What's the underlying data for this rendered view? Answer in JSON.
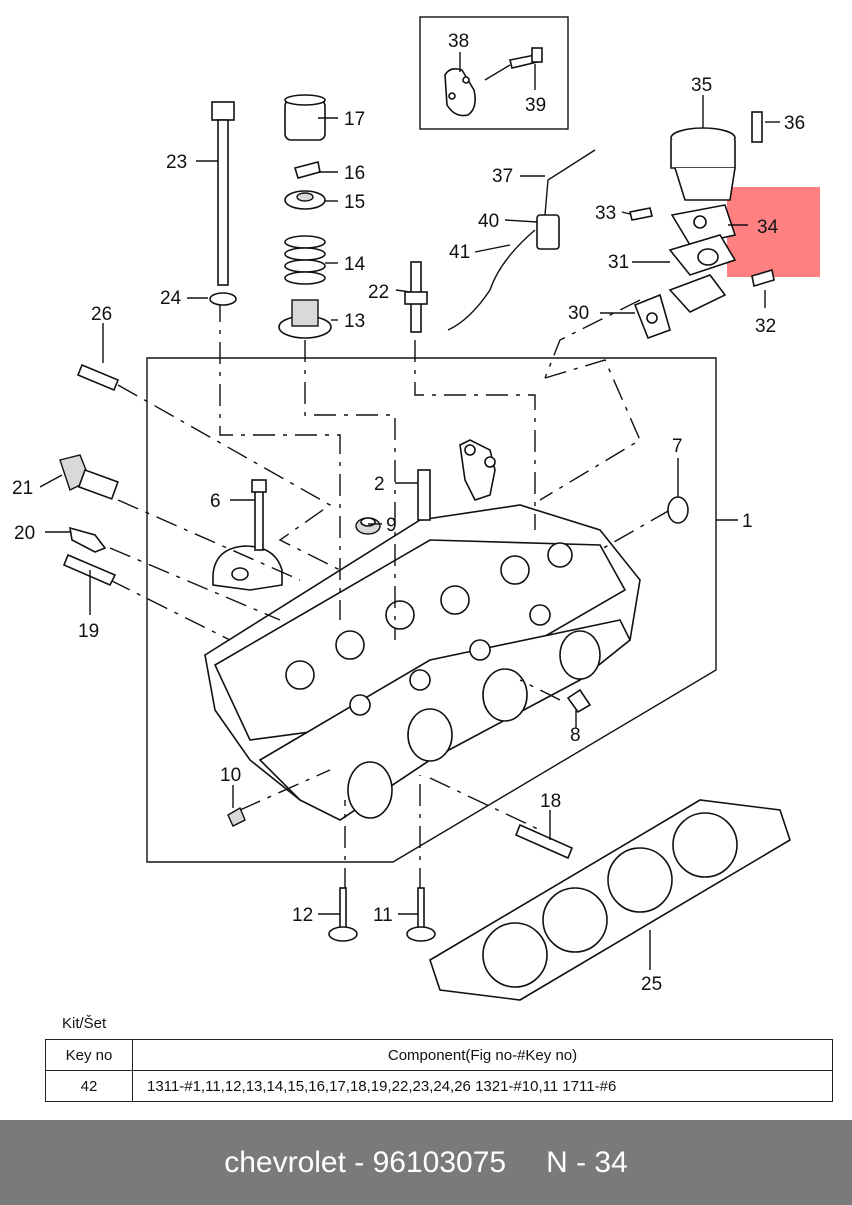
{
  "callout_labels": {
    "l1": "1",
    "l2": "2",
    "l6": "6",
    "l7": "7",
    "l8": "8",
    "l9": "9",
    "l10": "10",
    "l11": "11",
    "l12": "12",
    "l13": "13",
    "l14": "14",
    "l15": "15",
    "l16": "16",
    "l17": "17",
    "l18": "18",
    "l19": "19",
    "l20": "20",
    "l21": "21",
    "l22": "22",
    "l23": "23",
    "l24": "24",
    "l25": "25",
    "l26": "26",
    "l30": "30",
    "l31": "31",
    "l32": "32",
    "l33": "33",
    "l34": "34",
    "l35": "35",
    "l36": "36",
    "l37": "37",
    "l38": "38",
    "l39": "39",
    "l40": "40",
    "l41": "41"
  },
  "highlight": {
    "label": "34",
    "color": "#ff8080"
  },
  "kit": {
    "title": "Kit/Šet",
    "headers": {
      "key": "Key no",
      "component": "Component(Fig no-#Key no)"
    },
    "row": {
      "key": "42",
      "component": "1311-#1,11,12,13,14,15,16,17,18,19,22,23,24,26  1321-#10,11  1711-#6"
    }
  },
  "footer": {
    "brand_part": "chevrolet - 96103075",
    "page": "N - 34"
  }
}
